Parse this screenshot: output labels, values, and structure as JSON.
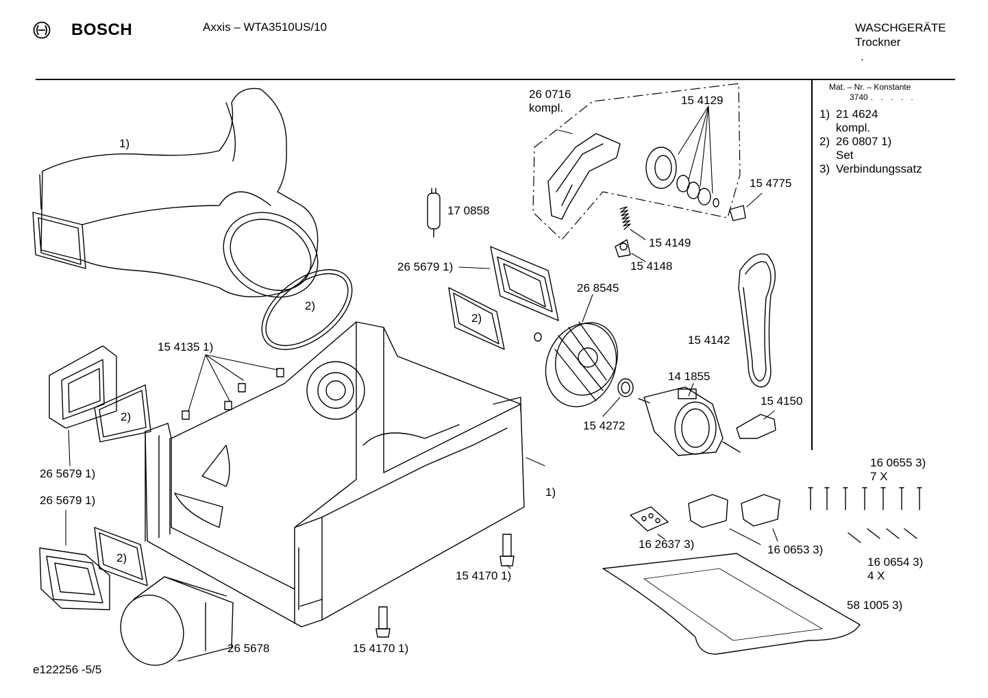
{
  "header": {
    "brand": "BOSCH",
    "model": "Axxis – WTA3510US/10",
    "category_line1": "WASCHGERÄTE",
    "category_line2": "Trockner",
    "category_line3": "."
  },
  "legend": {
    "mat_label": "Mat. – Nr. – Konstante",
    "constant": "3740",
    "dots": ". . . . .",
    "notes": [
      {
        "num": "1)",
        "text": "21 4624",
        "sub": "kompl."
      },
      {
        "num": "2)",
        "text": "26 0807 1)",
        "sub": "Set"
      },
      {
        "num": "3)",
        "text": "Verbindungssatz",
        "sub": ""
      }
    ]
  },
  "labels": {
    "l_1_top": "1)",
    "l_260716": "26 0716",
    "l_kompl": "kompl.",
    "l_154129": "15 4129",
    "l_154775": "15 4775",
    "l_170858": "17 0858",
    "l_154149": "15 4149",
    "l_154148": "15 4148",
    "l_265679_a": "26 5679 1)",
    "l_268545": "26 8545",
    "l_2_a": "2)",
    "l_2_b": "2)",
    "l_154142": "15 4142",
    "l_154135": "15 4135 1)",
    "l_2_c": "2)",
    "l_141855": "14 1855",
    "l_154150": "15 4150",
    "l_154272": "15 4272",
    "l_265679_b": "26 5679 1)",
    "l_265679_c": "26 5679 1)",
    "l_1_right": "1)",
    "l_160655": "16 0655 3)",
    "l_7x": "7 X",
    "l_2_d": "2)",
    "l_162637": "16 2637 3)",
    "l_160653": "16 0653 3)",
    "l_160654": "16 0654 3)",
    "l_4x": "4 X",
    "l_154170_a": "15 4170 1)",
    "l_581005": "58 1005 3)",
    "l_265678": "26 5678",
    "l_154170_b": "15 4170 1)"
  },
  "footer": {
    "code": "e122256 -5/5"
  },
  "icons": {
    "logo": "bosch-armature-icon"
  }
}
